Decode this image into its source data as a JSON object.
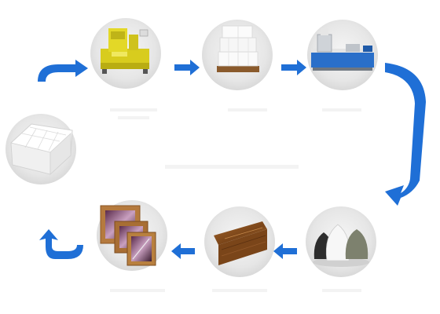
{
  "diagram": {
    "type": "recycling-process-cycle",
    "accent_color": "#1f6fd6",
    "node_background": "#e6e6e6",
    "steps": [
      {
        "id": "foam-waste",
        "icon": "white-foam-waste-icon"
      },
      {
        "id": "compactor",
        "icon": "yellow-compactor-machine-icon"
      },
      {
        "id": "compressed-blocks",
        "icon": "stacked-compressed-blocks-icon"
      },
      {
        "id": "extruder",
        "icon": "blue-pelletizing-extruder-icon"
      },
      {
        "id": "pellets",
        "icon": "pellet-bags-icon"
      },
      {
        "id": "moulding",
        "icon": "wood-moulding-profile-icon"
      },
      {
        "id": "picture-frames",
        "icon": "picture-frames-icon"
      }
    ]
  }
}
